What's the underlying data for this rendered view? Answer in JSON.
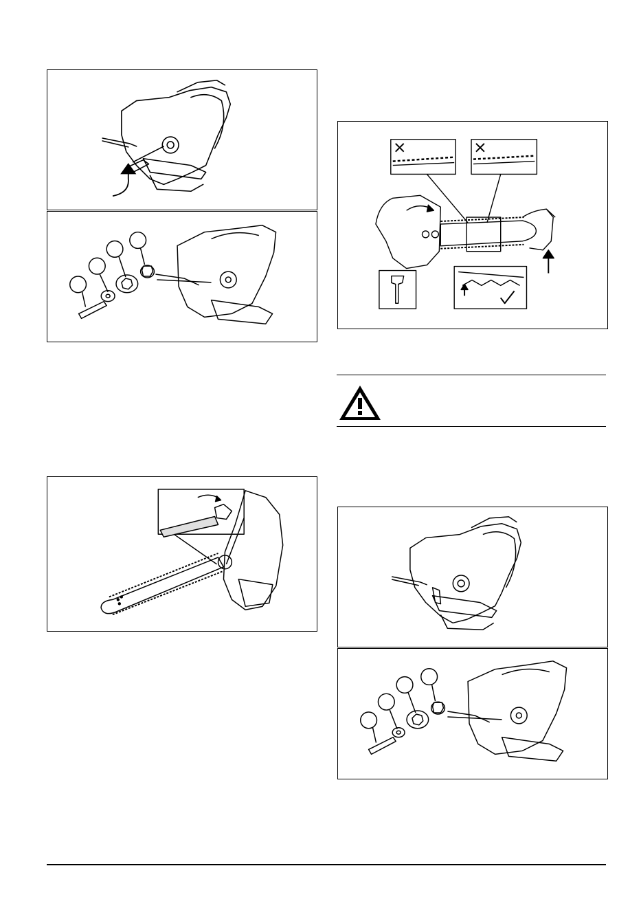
{
  "page": {
    "figures": [
      {
        "id": "fig-1",
        "description_key": "remove-cover-with-wrench"
      },
      {
        "id": "fig-2",
        "callouts": [
          "",
          "",
          "",
          ""
        ]
      },
      {
        "id": "fig-3",
        "description_key": "tighten-screw"
      },
      {
        "id": "fig-4",
        "description_key": "chain-tension-check"
      },
      {
        "id": "fig-5",
        "description_key": "assembly-view"
      },
      {
        "id": "fig-6",
        "callouts": [
          "",
          "",
          "",
          ""
        ]
      }
    ],
    "warning": {
      "icon": "warning-triangle-icon"
    },
    "colors": {
      "line": "#000000",
      "background": "#ffffff",
      "cross": "#000000"
    }
  }
}
